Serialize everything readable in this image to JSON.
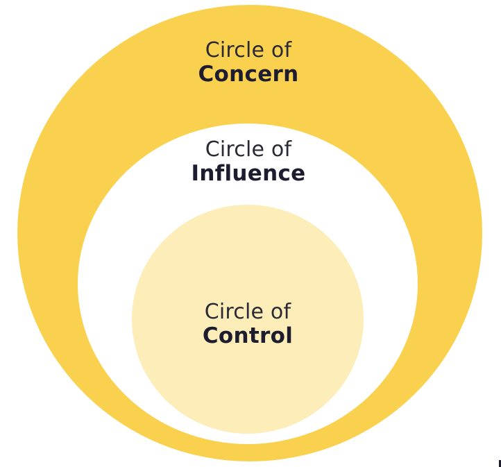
{
  "colors": {
    "outer_fill": "#FAD14E",
    "middle_fill": "#FFFFFF",
    "inner_fill": "#FDEDB8",
    "text_dark": "#1D1D2F"
  },
  "circles": [
    {
      "id": "concern",
      "line1": "Circle of",
      "line2": "Concern"
    },
    {
      "id": "influence",
      "line1": "Circle of",
      "line2": "Influence"
    },
    {
      "id": "control",
      "line1": "Circle of",
      "line2": "Control"
    }
  ]
}
